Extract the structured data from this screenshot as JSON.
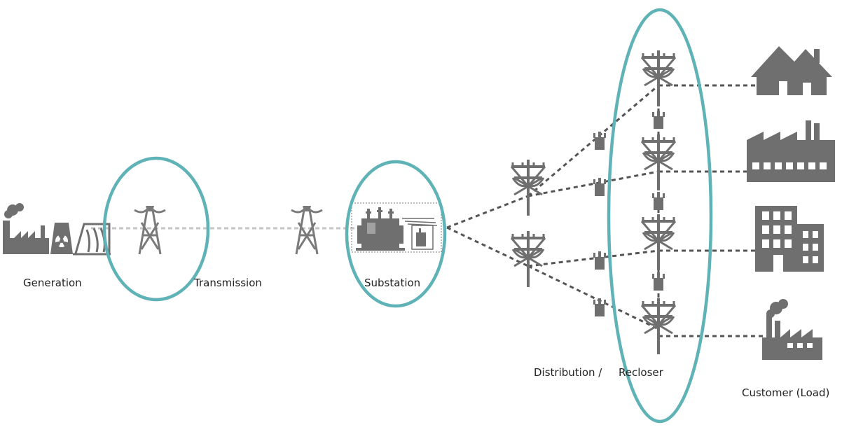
{
  "labels": {
    "generation": "Generation",
    "transmission": "Transmission",
    "substation": "Substation",
    "distribution": "Distribution /",
    "recloser": "Recloser",
    "customer": "Customer (Load)"
  },
  "colors": {
    "icon": "#6f6f6f",
    "transmission_line": "#c4c4c4",
    "distribution_line": "#555555",
    "highlight": "#5fb3b6",
    "background": "#ffffff"
  },
  "icons": {
    "generation": [
      "power-plant-icon",
      "nuclear-icon",
      "hydro-dam-icon"
    ],
    "transmission": [
      "transmission-tower-icon"
    ],
    "substation": [
      "transformer-icon",
      "breaker-icon"
    ],
    "distribution": [
      "utility-pole-icon",
      "recloser-icon"
    ],
    "customer": [
      "house-icon",
      "factory-icon",
      "office-building-icon",
      "industrial-plant-icon"
    ]
  }
}
